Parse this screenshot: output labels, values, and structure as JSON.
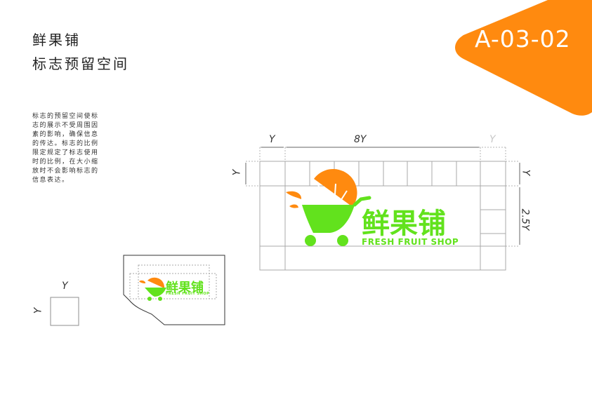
{
  "header": {
    "brand": "鲜果铺",
    "subtitle": "标志预留空间"
  },
  "page_code": "A-03-02",
  "description": "标志的预留空间使标志的展示不受周围因素的影响，确保信息的传达。标志的比例限定规定了标志使用时的比例，在大小缩放时不会影响标志的信息表达。",
  "diagram": {
    "top_left_label": "Y",
    "top_width_label": "8Y",
    "top_right_label": "Y",
    "left_height_label": "Y",
    "right_top_label": "Y",
    "right_height_label": "2.5Y"
  },
  "logo": {
    "chinese_name": "鲜果铺",
    "english_name": "FRESH FRUIT SHOP"
  },
  "unit_square": {
    "top_label": "Y",
    "left_label": "Y"
  },
  "colors": {
    "orange": "#ff8a0f",
    "green": "#62e21d",
    "grid_line": "#9c9c9c"
  }
}
